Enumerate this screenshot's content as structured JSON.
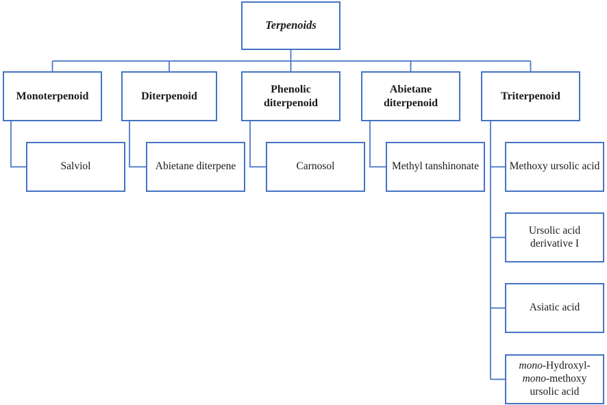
{
  "diagram": {
    "root": {
      "label": "Terpenoids"
    },
    "branches": [
      {
        "label": "Monoterpenoid",
        "children": [
          {
            "label": "Salviol"
          }
        ]
      },
      {
        "label": "Diterpenoid",
        "children": [
          {
            "label": "Abietane diterpene"
          }
        ]
      },
      {
        "label": "Phenolic diterpenoid",
        "children": [
          {
            "label": "Carnosol"
          }
        ]
      },
      {
        "label": "Abietane diterpenoid",
        "children": [
          {
            "label": "Methyl tanshinonate"
          }
        ]
      },
      {
        "label": "Triterpenoid",
        "children": [
          {
            "label": "Methoxy ursolic acid"
          },
          {
            "label": "Ursolic acid derivative I"
          },
          {
            "label": "Asiatic acid"
          },
          {
            "label": "mono-Hydroxyl-mono-methoxy ursolic acid",
            "parts": {
              "italic1": "mono",
              "rest1": "-Hydroxyl-",
              "italic2": "mono",
              "rest2": "-methoxy",
              "line3": "ursolic acid"
            }
          }
        ]
      }
    ],
    "colors": {
      "box_border": "#4472c4",
      "connector_line": "#4472c4",
      "text": "#1a1a1a",
      "background": "#ffffff"
    }
  }
}
